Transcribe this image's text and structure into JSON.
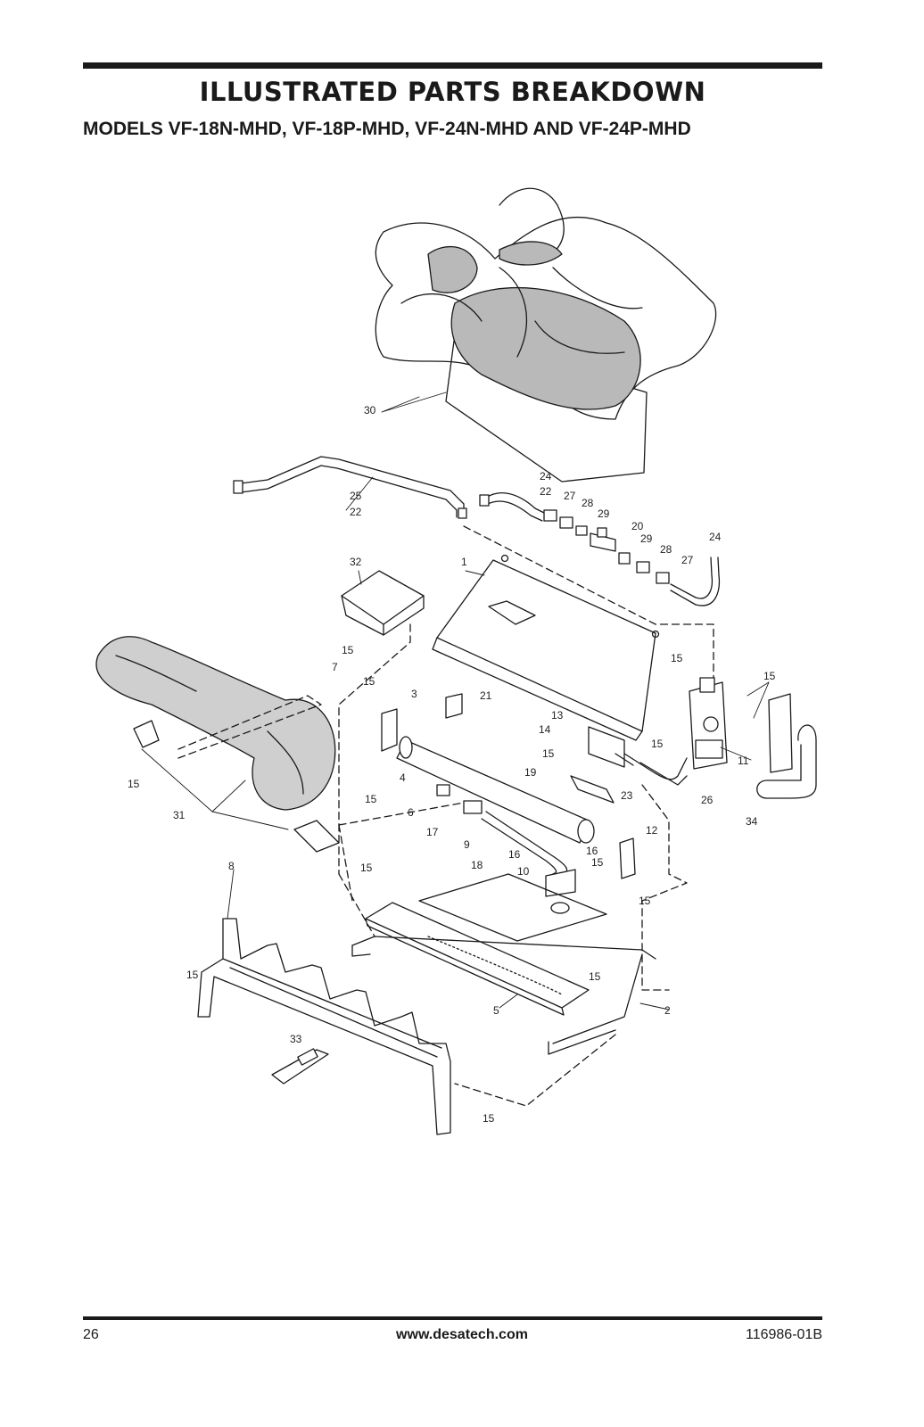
{
  "header": {
    "title": "ILLUSTRATED PARTS BREAKDOWN",
    "subtitle": "MODELS VF-18N-MHD, VF-18P-MHD, VF-24N-MHD AND VF-24P-MHD"
  },
  "diagram": {
    "callouts": [
      "30",
      "24",
      "22",
      "27",
      "28",
      "29",
      "20",
      "29",
      "28",
      "27",
      "24",
      "25",
      "22",
      "32",
      "1",
      "15",
      "7",
      "15",
      "3",
      "21",
      "15",
      "15",
      "13",
      "14",
      "15",
      "15",
      "19",
      "23",
      "26",
      "11",
      "34",
      "15",
      "4",
      "15",
      "31",
      "6",
      "17",
      "9",
      "18",
      "16",
      "16",
      "10",
      "12",
      "15",
      "15",
      "8",
      "15",
      "15",
      "15",
      "5",
      "2",
      "33",
      "15"
    ]
  },
  "footer": {
    "page_number": "26",
    "website": "www.desatech.com",
    "document_number": "116986-01B"
  }
}
